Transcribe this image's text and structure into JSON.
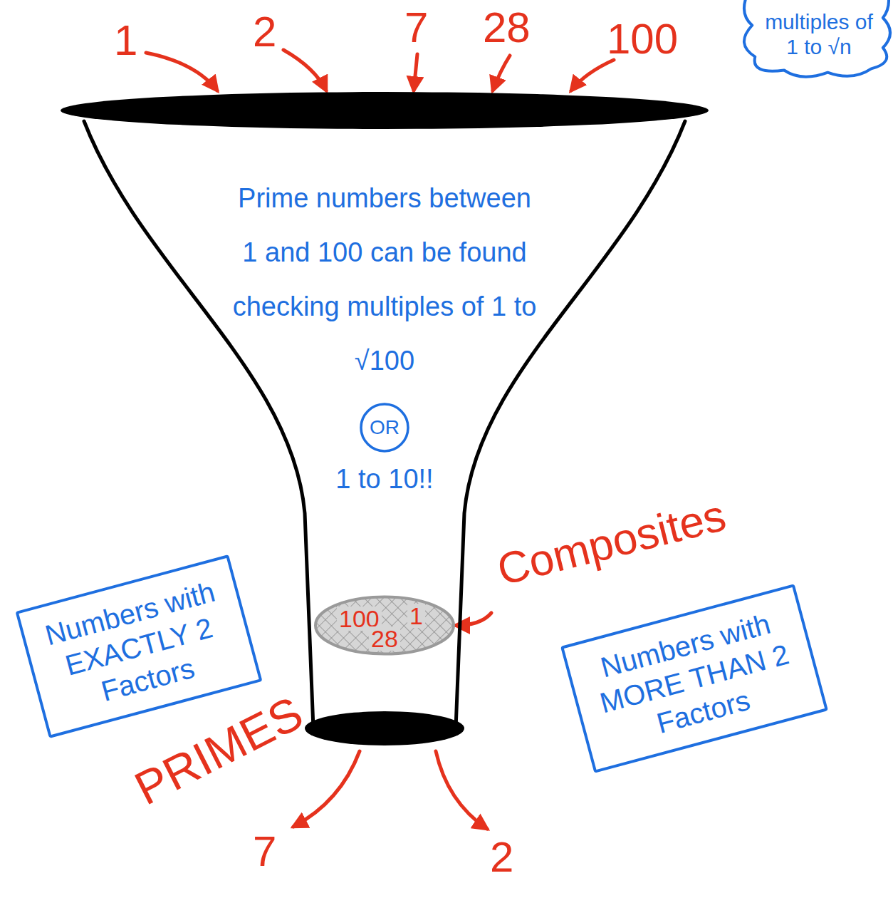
{
  "diagram": {
    "nodes": [
      {
        "text": [
          "multiples of 1 to √n"
        ]
      },
      {
        "text": [
          "Prime numbers between 1 and 100 can be found checking multiples of 1 to √100",
          "1 to 10!!"
        ]
      },
      {
        "text": [
          "OR"
        ],
        "in": 1
      },
      {
        "text": [
          "100",
          "28",
          "1"
        ],
        "in": 1
      },
      {
        "text": [
          "Composites",
          "Numbers with MORE THAN 2 Factors"
        ]
      },
      {
        "text": [
          "Numbers with EXACTLY 2 Factors",
          "PRIMES"
        ]
      }
    ],
    "edges": [
      {
        "from": 4,
        "to": 3,
        "arrow": "to"
      }
    ],
    "labels": [
      "1",
      "2",
      "7",
      "28",
      "100",
      "7",
      "2"
    ]
  }
}
